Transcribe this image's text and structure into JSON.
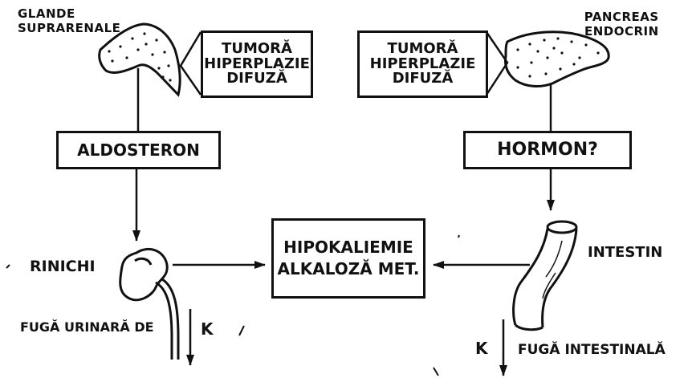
{
  "glands": {
    "adrenal_label": [
      "GLANDE",
      "SUPRARENALE"
    ],
    "pancreas_label": [
      "PANCREAS",
      "ENDOCRIN"
    ]
  },
  "causes": {
    "left": [
      "TUMORĂ",
      "HIPERPLAZIE",
      "DIFUZĂ"
    ],
    "right": [
      "TUMORĂ",
      "HIPERPLAZIE",
      "DIFUZĂ"
    ]
  },
  "hormones": {
    "left": "ALDOSTERON",
    "right": "HORMON?"
  },
  "center_box": [
    "HIPOKALIEMIE",
    "ALKALOZĂ MET."
  ],
  "organs": {
    "kidney": "RINICHI",
    "intestine": "INTESTIN"
  },
  "losses": {
    "urinary": "FUGĂ URINARĂ DE",
    "urinary_ion": "K",
    "intestinal_ion": "K",
    "intestinal": "FUGĂ INTESTINALĂ"
  },
  "colors": {
    "ink": "#111111",
    "paper": "#ffffff"
  }
}
